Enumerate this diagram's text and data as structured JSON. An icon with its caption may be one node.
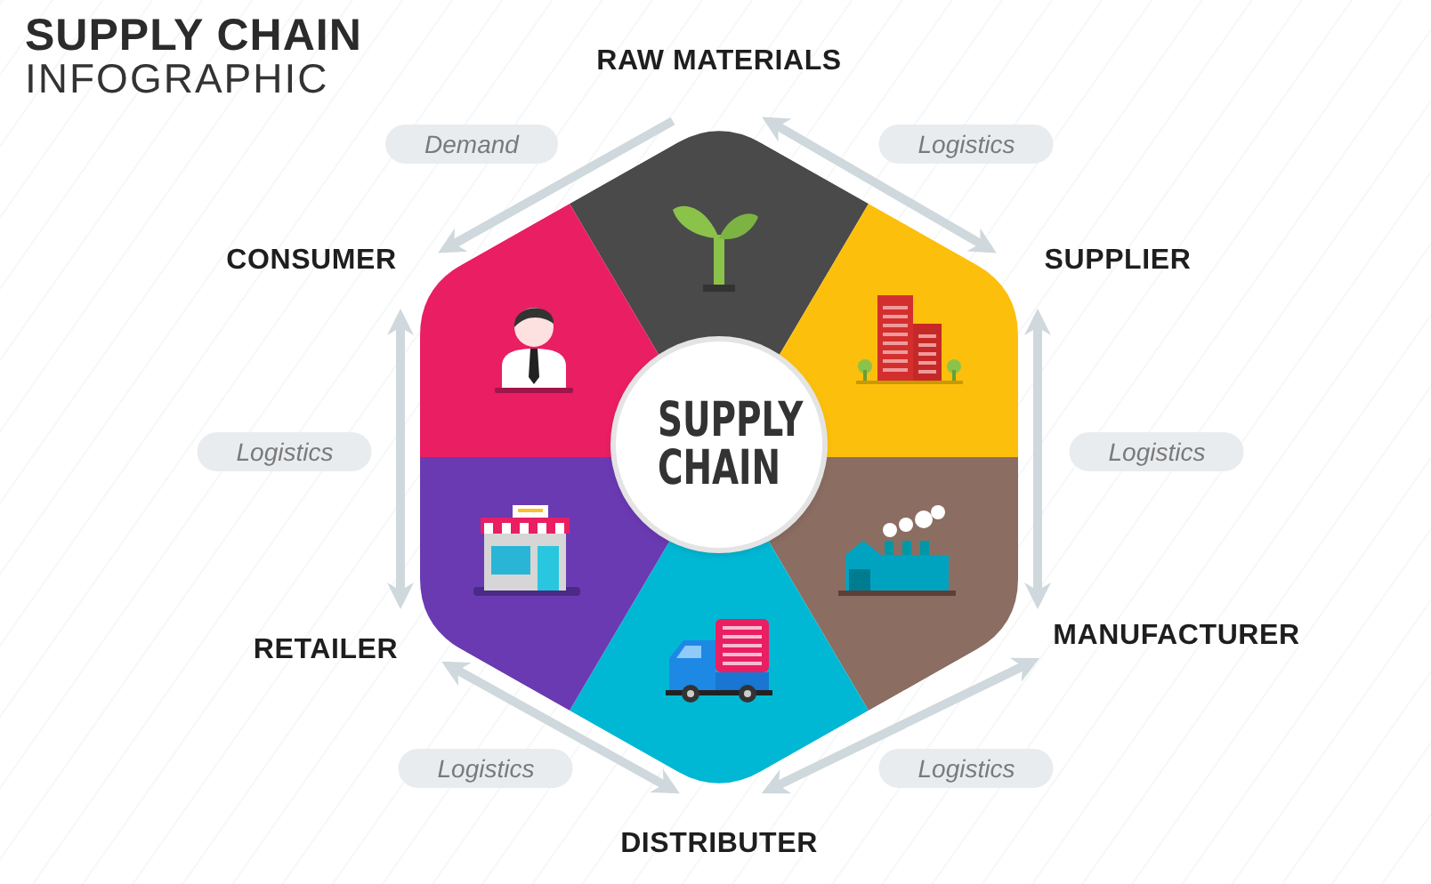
{
  "diagram": {
    "title": "SUPPLY CHAIN",
    "nodes": [
      {
        "text": [
          "RAW MATERIALS"
        ]
      },
      {
        "text": [
          "SUPPLIER"
        ]
      },
      {
        "text": [
          "MANUFACTURER"
        ]
      },
      {
        "text": [
          "DISTRIBUTER"
        ]
      },
      {
        "text": [
          "RETAILER"
        ]
      },
      {
        "text": [
          "CONSUMER"
        ]
      },
      {
        "text": [
          "SUPPLY CHAIN"
        ]
      }
    ],
    "edges": [
      {
        "from": 0,
        "to": 5,
        "arrow": "to",
        "label": "Demand"
      },
      {
        "from": 0,
        "to": 1,
        "arrow": "both",
        "label": "Logistics"
      },
      {
        "from": 1,
        "to": 2,
        "arrow": "both",
        "label": "Logistics"
      },
      {
        "from": 2,
        "to": 3,
        "arrow": "both",
        "label": "Logistics"
      },
      {
        "from": 3,
        "to": 4,
        "arrow": "both",
        "label": "Logistics"
      },
      {
        "from": 4,
        "to": 5,
        "arrow": "both",
        "label": "Logistics"
      }
    ],
    "labels": [
      "INFOGRAPHIC"
    ]
  }
}
